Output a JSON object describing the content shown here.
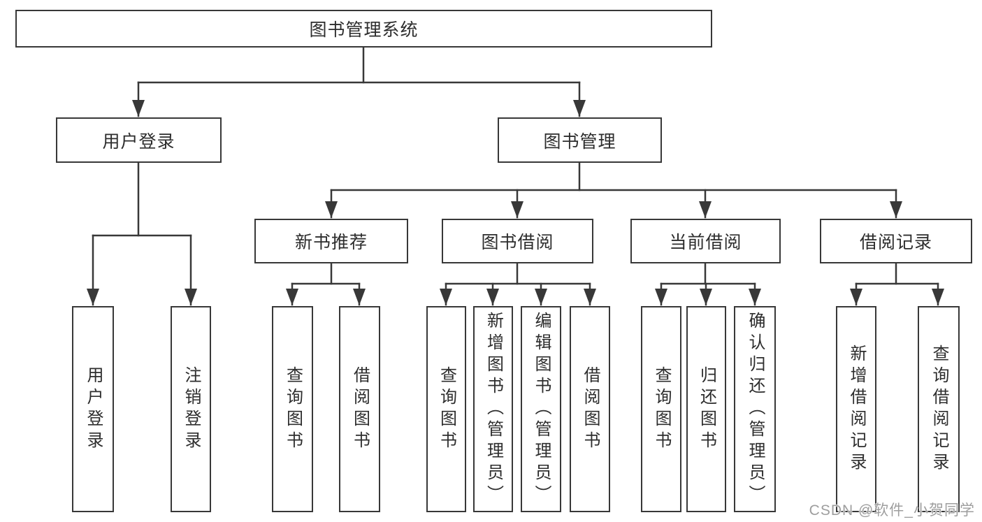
{
  "tree": {
    "label": "图书管理系统",
    "children": [
      {
        "label": "用户登录",
        "children": [
          {
            "label": "用户登录"
          },
          {
            "label": "注销登录"
          }
        ]
      },
      {
        "label": "图书管理",
        "children": [
          {
            "label": "新书推荐",
            "children": [
              {
                "label": "查询图书"
              },
              {
                "label": "借阅图书"
              }
            ]
          },
          {
            "label": "图书借阅",
            "children": [
              {
                "label": "查询图书"
              },
              {
                "label": "新增图书（管理员）"
              },
              {
                "label": "编辑图书（管理员）"
              },
              {
                "label": "借阅图书"
              }
            ]
          },
          {
            "label": "当前借阅",
            "children": [
              {
                "label": "查询图书"
              },
              {
                "label": "归还图书"
              },
              {
                "label": "确认归还（管理员）"
              }
            ]
          },
          {
            "label": "借阅记录",
            "children": [
              {
                "label": "新增借阅记录"
              },
              {
                "label": "查询借阅记录"
              }
            ]
          }
        ]
      }
    ]
  },
  "watermark": {
    "text": "CSDN @软件_小贺同学"
  },
  "colors": {
    "line": "#383838",
    "text": "#2d2d2d",
    "background": "#ffffff",
    "watermark": "#9e9e9e"
  }
}
